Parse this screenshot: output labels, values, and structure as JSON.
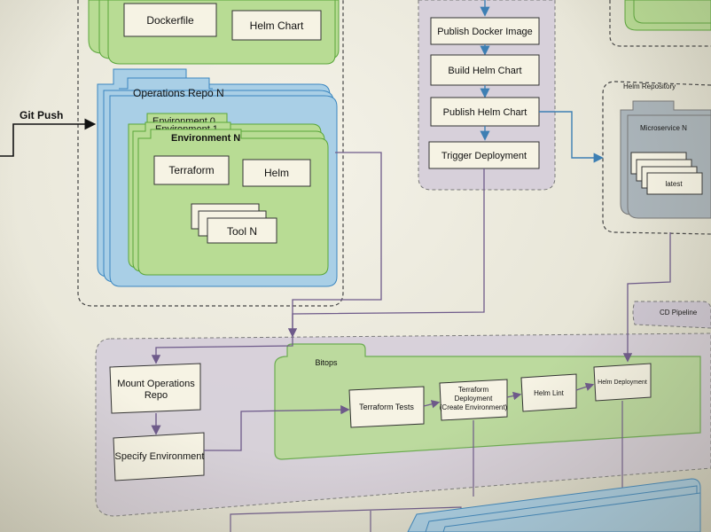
{
  "labels": {
    "dockerfile": "Dockerfile",
    "helm_chart_top": "Helm Chart",
    "git_push": "Git Push",
    "operations_repo": "Operations Repo N",
    "environment_0": "Environment 0",
    "environment_1": "Environment 1",
    "environment_n": "Environment N",
    "terraform": "Terraform",
    "helm": "Helm",
    "tool_n": "Tool N",
    "publish_docker_image": "Publish Docker Image",
    "build_helm_chart": "Build Helm Chart",
    "publish_helm_chart": "Publish Helm Chart",
    "trigger_deployment": "Trigger Deployment",
    "helm_repository": "Helm Repository",
    "microservice_n": "Microservice N",
    "latest": "latest",
    "cd_pipeline": "CD Pipeline",
    "mount_operations_repo_1": "Mount Operations",
    "mount_operations_repo_2": "Repo",
    "specify_environment": "Specify Environment",
    "bitops": "Bitops",
    "terraform_tests": "Terraform Tests",
    "terraform_deployment_1": "Terraform",
    "terraform_deployment_2": "Deployment",
    "terraform_deployment_3": "(Create Environment)",
    "helm_lint": "Helm Lint",
    "helm_deployment": "Helm Deployment"
  },
  "colors": {
    "blue_fill": "#a9cfe6",
    "blue_stroke": "#3a86c0",
    "green_fill": "#b8dc94",
    "green_stroke": "#5aa63a",
    "purple_fill": "#d7d0da",
    "arrow_blue": "#3d7fb3",
    "arrow_purple": "#6e5a8a"
  }
}
